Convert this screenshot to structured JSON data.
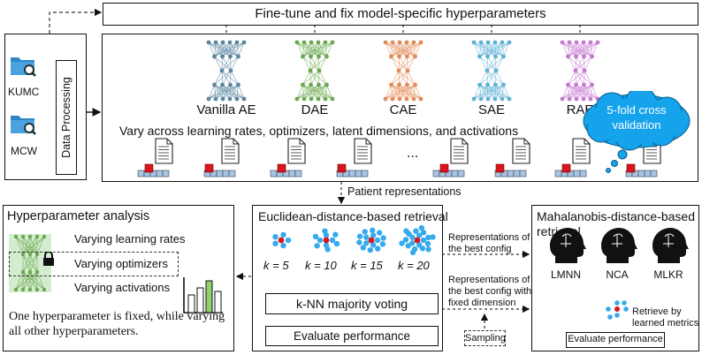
{
  "top_bar": {
    "label": "Fine-tune and fix model-specific hyperparameters"
  },
  "sources": {
    "site1": "KUMC",
    "site2": "MCW",
    "processing": "Data Processing"
  },
  "models": [
    {
      "name": "Vanilla AE",
      "color": "#5b86a1"
    },
    {
      "name": "DAE",
      "color": "#6aa84f"
    },
    {
      "name": "CAE",
      "color": "#e48a57"
    },
    {
      "name": "SAE",
      "color": "#5fb0d6"
    },
    {
      "name": "RAE",
      "color": "#c478cf"
    }
  ],
  "vary_label": "Vary across learning rates, optimizers, latent dimensions, and activations",
  "cloud_label": "5-fold cross validation",
  "ellipsis": "...",
  "patient_label": "Patient representations",
  "hyper": {
    "title": "Hyperparameter analysis",
    "items": [
      "Varying learning rates",
      "Varying optimizers",
      "Varying activations"
    ],
    "note": "One hyperparameter is fixed, while varying all other hyperparameters."
  },
  "euclid": {
    "title": "Euclidean-distance-based retrieval",
    "k_values": [
      "k = 5",
      "k = 10",
      "k = 15",
      "k = 20"
    ],
    "voting": "k-NN majority voting",
    "evaluate": "Evaluate performance"
  },
  "links": {
    "best_config": "Representations of the best config",
    "best_fixed": "Representations of the best config with fixed dimension",
    "sampling": "Sampling"
  },
  "maha": {
    "title": "Mahalanobis-distance-based retrieval",
    "methods": [
      "LMNN",
      "NCA",
      "MLKR"
    ],
    "retrieve": "Retrieve by learned metrics",
    "evaluate": "Evaluate performance"
  },
  "colors": {
    "cell": "#a9c4e2",
    "red": "#d9151e",
    "blue_dot": "#35aaee",
    "green": "#8fd16a",
    "cloud": "#15a3ec"
  }
}
